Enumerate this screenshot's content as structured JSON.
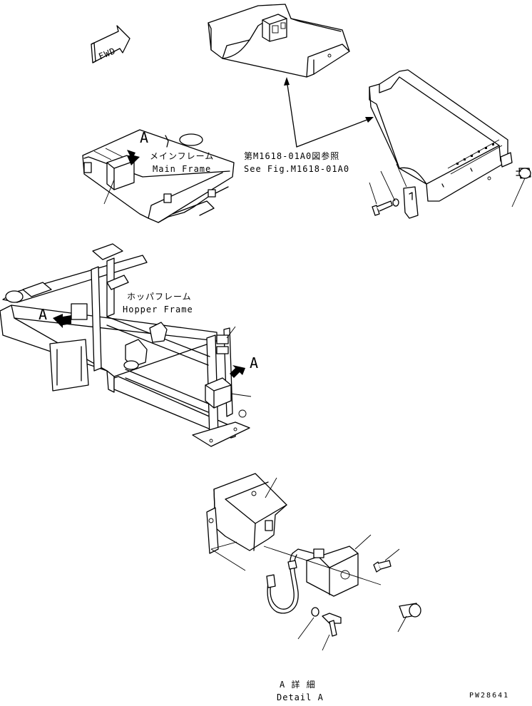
{
  "labels": {
    "fwd": "FWD",
    "main_frame_jp": "メインフレーム",
    "main_frame_en": "Main Frame",
    "ref_jp": "第M1618-01A0図参照",
    "ref_en": "See Fig.M1618-01A0",
    "hopper_frame_jp": "ホッパフレーム",
    "hopper_frame_en": "Hopper Frame",
    "view_a_1": "A",
    "view_a_2": "A",
    "view_a_3": "A",
    "detail_jp": "A 詳 細",
    "detail_en": "Detail A",
    "drawing_no": "PW28641"
  }
}
